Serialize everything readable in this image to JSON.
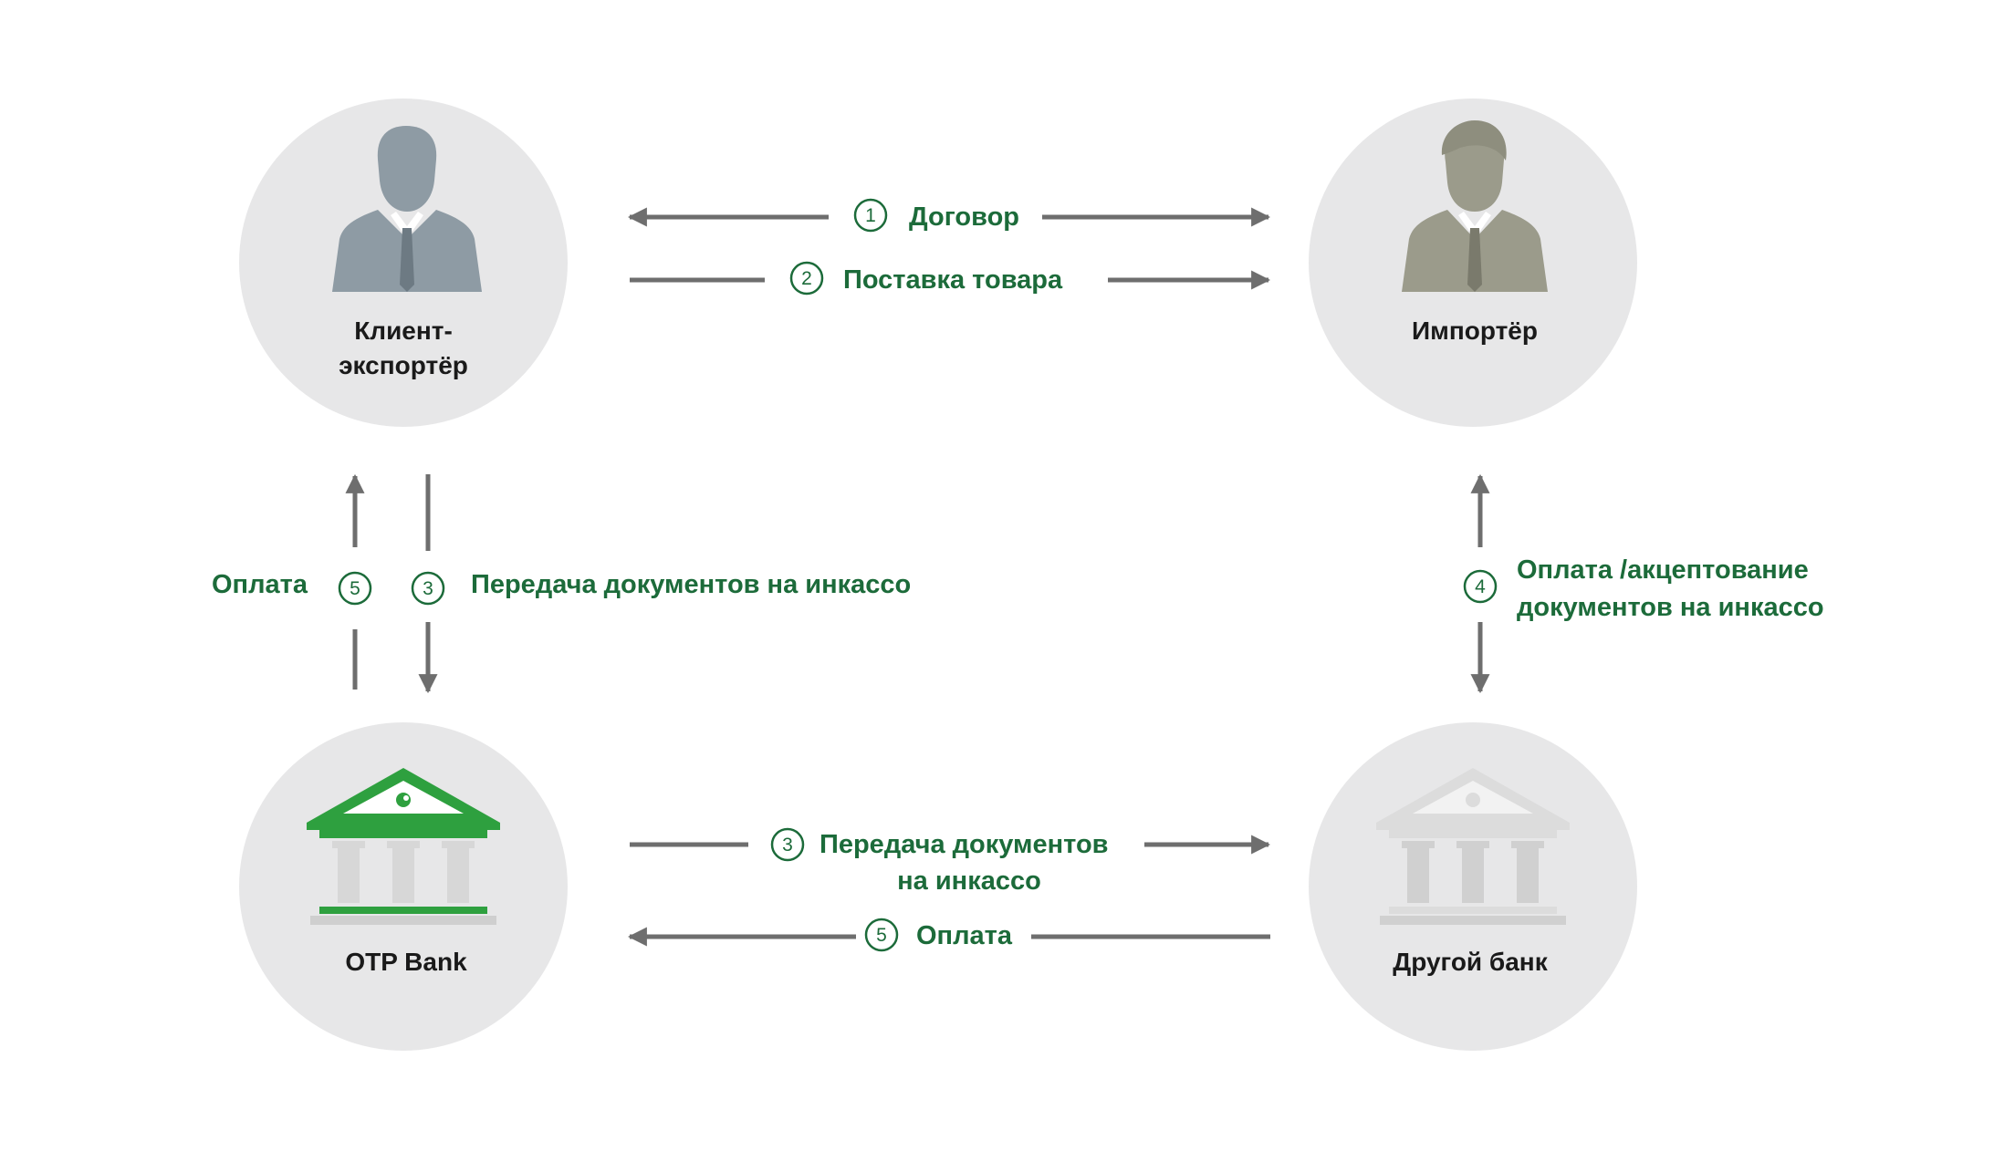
{
  "colors": {
    "background": "#ffffff",
    "circle": "#e7e7e8",
    "arrow": "#6e6e6e",
    "label_green": "#1c6b3a",
    "text_dark": "#1a1a1a",
    "exporter_person": "#8e9ba4",
    "importer_person": "#9b9b8b",
    "otp_green": "#2ea03f",
    "bank_column": "#d7d7d7",
    "other_bank": "#dcdcdc"
  },
  "nodes": {
    "exporter": {
      "label_line1": "Клиент-",
      "label_line2": "экспортёр",
      "icon": "businessman-icon"
    },
    "importer": {
      "label": "Импортёр",
      "icon": "businessman-icon"
    },
    "otp_bank": {
      "label": "OTP Bank",
      "icon": "bank-building-icon"
    },
    "other_bank": {
      "label": "Другой банк",
      "icon": "bank-building-icon"
    }
  },
  "flows": {
    "contract": {
      "step": "1",
      "label": "Договор"
    },
    "delivery": {
      "step": "2",
      "label": "Поставка товара"
    },
    "payment_left": {
      "step": "5",
      "label": "Оплата"
    },
    "docs_left": {
      "step": "3",
      "label": "Передача документов на инкассо"
    },
    "payment_right": {
      "step": "4",
      "label_line1": "Оплата /акцептование",
      "label_line2": "документов на инкассо"
    },
    "docs_bottom": {
      "step": "3",
      "label_line1": "Передача документов",
      "label_line2": "на инкассо"
    },
    "payment_bottom": {
      "step": "5",
      "label": "Оплата"
    }
  }
}
